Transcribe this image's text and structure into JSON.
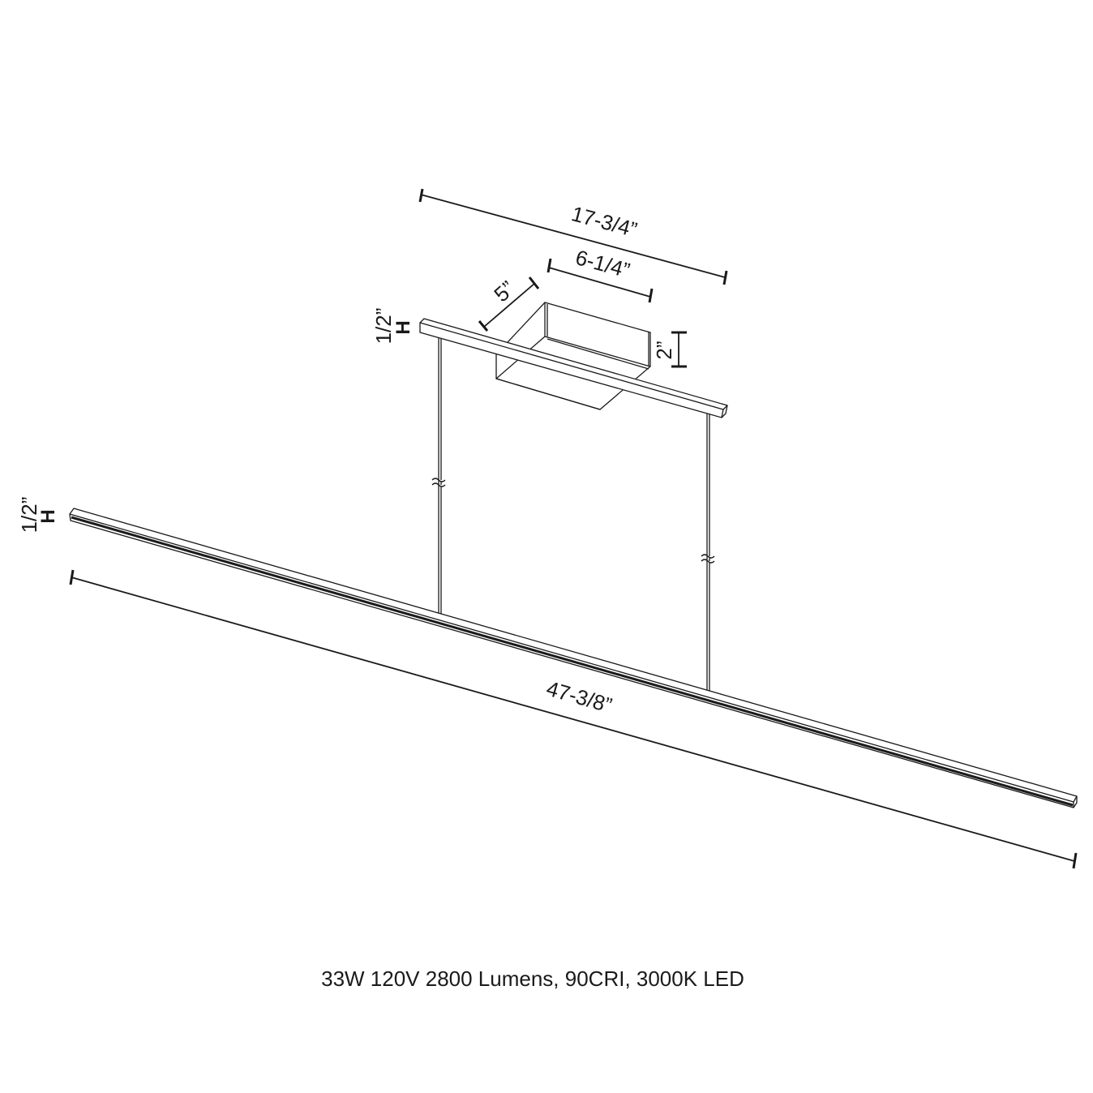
{
  "dimensions": {
    "overall_length": "47-3/8”",
    "canopy_bar_length": "17-3/4”",
    "canopy_width": "6-1/4”",
    "canopy_depth": "5”",
    "canopy_height": "2”",
    "canopy_bar_height": "1/2”",
    "canopy_bar_height_unit": "H",
    "fixture_height": "1/2”",
    "fixture_height_unit": "H"
  },
  "specs": "33W 120V 2800 Lumens, 90CRI, 3000K LED",
  "colors": {
    "line": "#1a1a1a",
    "background": "#ffffff"
  }
}
